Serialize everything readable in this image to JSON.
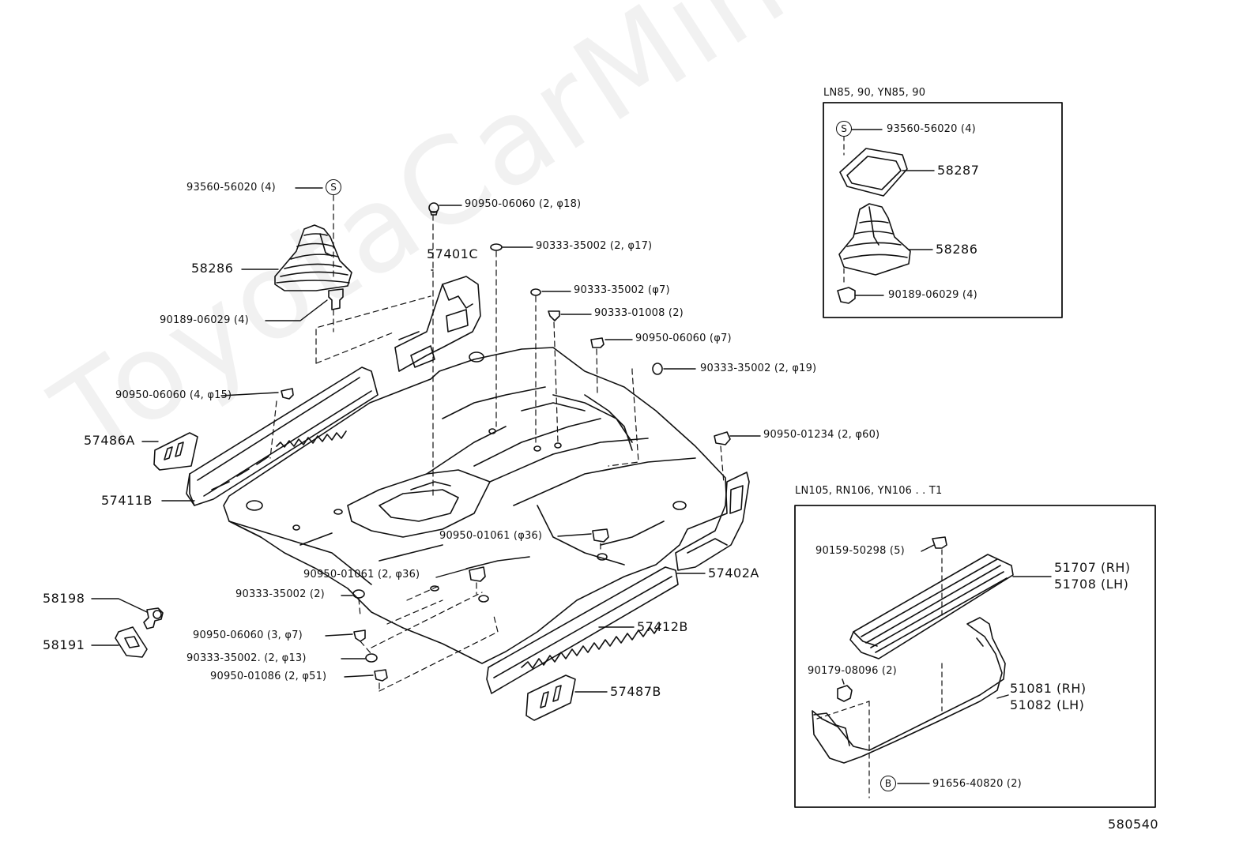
{
  "watermark": "ToyotaCarMine.ru",
  "figure_number": "580540",
  "symbols": {
    "s": "S",
    "b": "B"
  },
  "insets": {
    "top_title": "LN85, 90, YN85, 90",
    "bottom_title": "LN105, RN106, YN106 . . T1"
  },
  "main_labels": {
    "p93560_top": "93560-56020 (4)",
    "p58286": "58286",
    "p90189": "90189-06029 (4)",
    "p90950_18": "90950-06060 (2, φ18)",
    "p57401c": "57401C",
    "p90333_17": "90333-35002 (2, φ17)",
    "p90333_7": "90333-35002 (φ7)",
    "p90333_01008": "90333-01008 (2)",
    "p90950_7": "90950-06060 (φ7)",
    "p90333_19": "90333-35002 (2, φ19)",
    "p90950_15": "90950-06060 (4, φ15)",
    "p57486a": "57486A",
    "p57411b": "57411B",
    "p90950_01234": "90950-01234 (2, φ60)",
    "p90950_01061_36": "90950-01061 (φ36)",
    "p90950_01061_2_36": "90950-01061 (2, φ36)",
    "p90333_2": "90333-35002 (2)",
    "p57402a": "57402A",
    "p58198": "58198",
    "p58191": "58191",
    "p90950_3_7": "90950-06060 (3, φ7)",
    "p90333_13": "90333-35002. (2, φ13)",
    "p90950_01086": "90950-01086 (2, φ51)",
    "p57412b": "57412B",
    "p57487b": "57487B"
  },
  "top_inset_labels": {
    "p93560": "93560-56020 (4)",
    "p58287": "58287",
    "p58286": "58286",
    "p90189": "90189-06029 (4)"
  },
  "bottom_inset_labels": {
    "p90159": "90159-50298 (5)",
    "p51707": "51707 (RH)",
    "p51708": "51708 (LH)",
    "p90179": "90179-08096 (2)",
    "p51081": "51081 (RH)",
    "p51082": "51082 (LH)",
    "p91656": "91656-40820 (2)"
  }
}
